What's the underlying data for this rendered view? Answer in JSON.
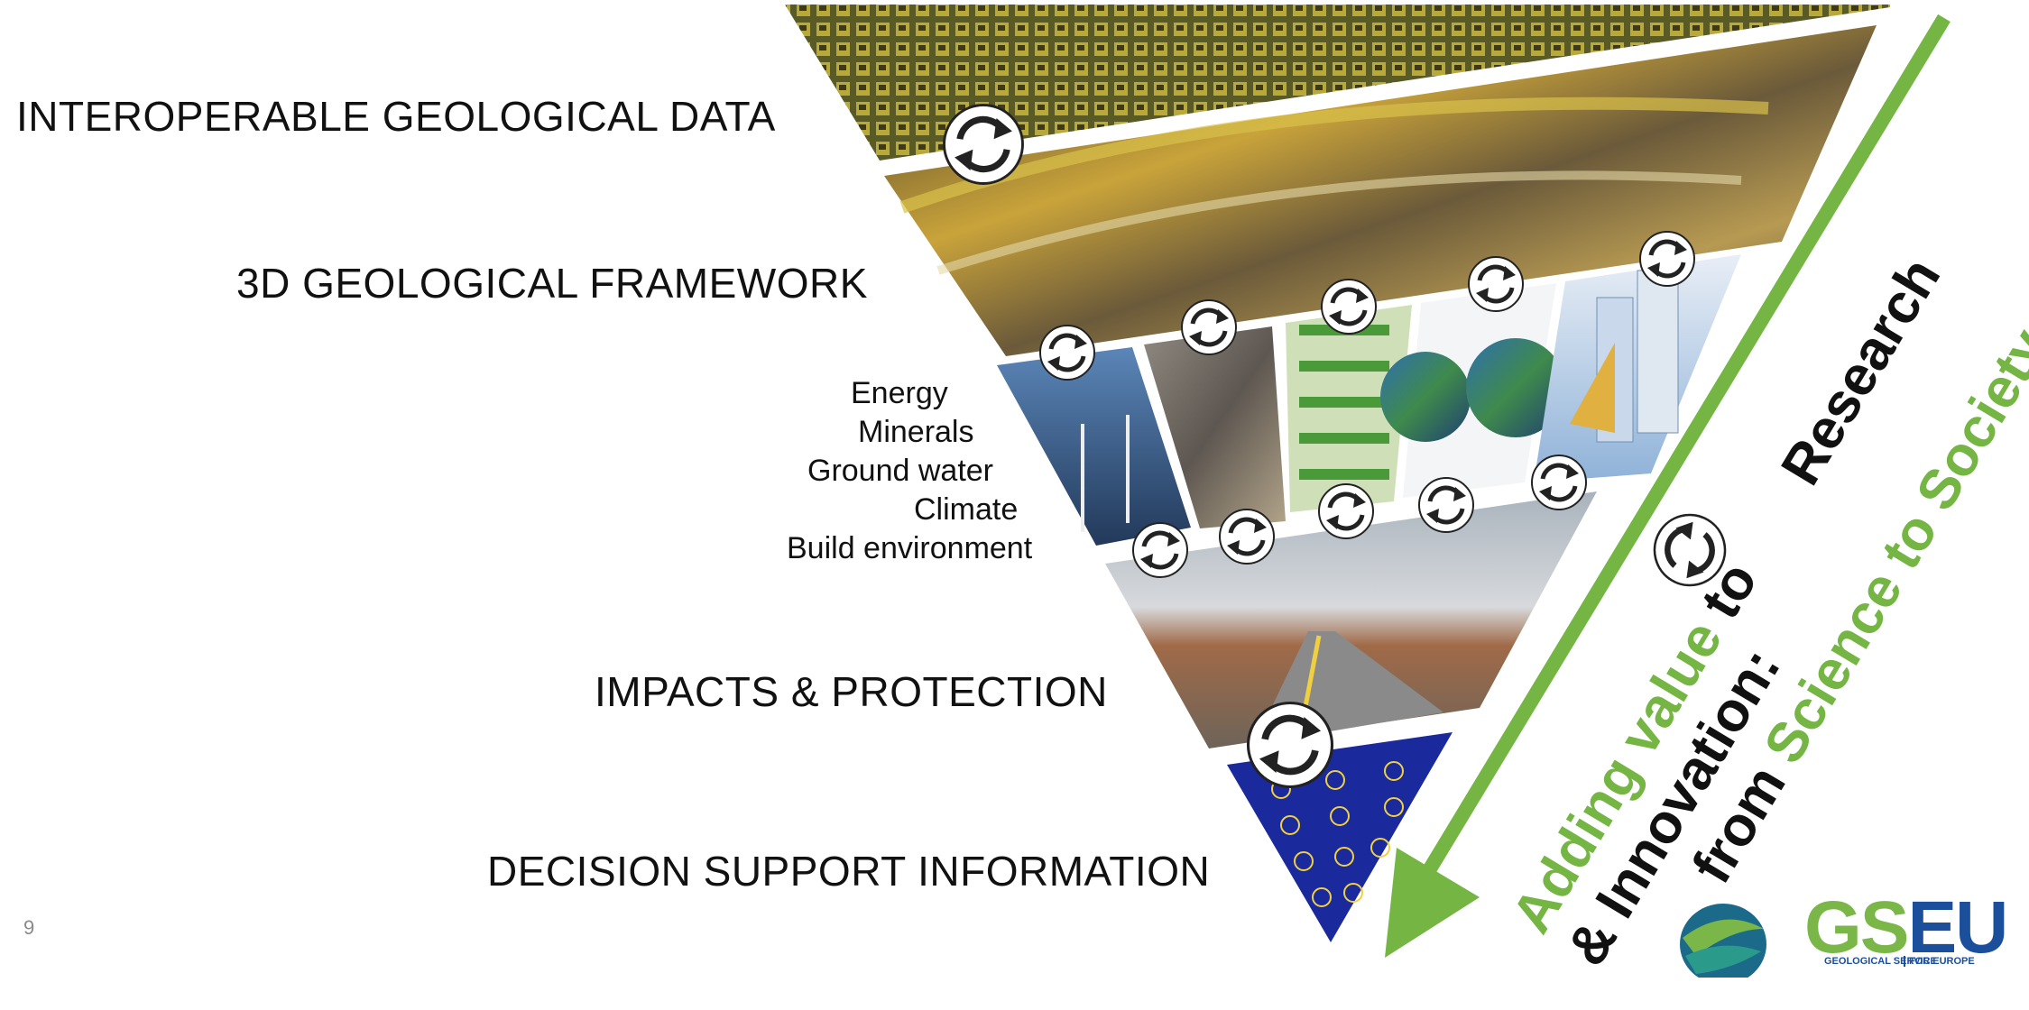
{
  "layers": {
    "data": "INTEROPERABLE GEOLOGICAL DATA",
    "framework": "3D GEOLOGICAL FRAMEWORK",
    "themes": [
      "Energy",
      "Minerals",
      "Ground water",
      "Climate",
      "Build environment"
    ],
    "impacts": "IMPACTS & PROTECTION",
    "decision": "DECISION SUPPORT INFORMATION"
  },
  "arrow_text": {
    "line1_prefix": "Adding value",
    "line1_to": " to ",
    "line1_suffix": " Research & Innovation:",
    "line2_from": "from ",
    "line2_science": "Science to Society"
  },
  "slide_number": "9",
  "logo": {
    "name": "GSEU",
    "subtitle_left": "GEOLOGICAL SERVICE",
    "subtitle_right": "FOR EUROPE"
  },
  "colors": {
    "accent_green": "#74b544",
    "eu_blue": "#1a2a9c",
    "logo_blue": "#1b4f9c"
  },
  "icons": [
    "refresh-cycle-icon"
  ]
}
